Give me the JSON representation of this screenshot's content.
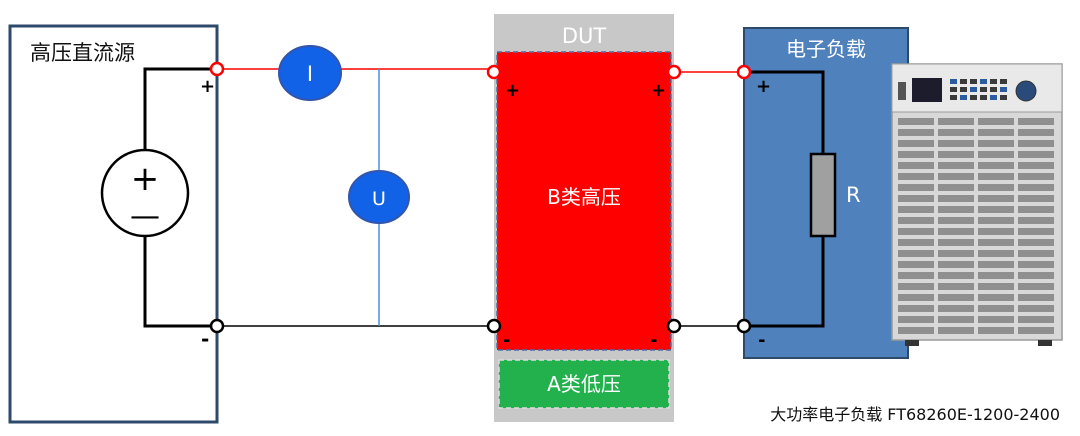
{
  "source": {
    "title": "高压直流源",
    "plus": "+",
    "minus": "-",
    "symbol_plus": "+",
    "symbol_minus": "—"
  },
  "meters": {
    "current": "I",
    "voltage": "U"
  },
  "dut": {
    "title": "DUT",
    "high_voltage_label": "B类高压",
    "low_voltage_label": "A类低压",
    "left_plus": "+",
    "right_plus": "+",
    "left_minus": "-",
    "right_minus": "-"
  },
  "load": {
    "title": "电子负载",
    "resistor_label": "R",
    "plus": "+",
    "minus": "-"
  },
  "caption": "大功率电子负载 FT68260E-1200-2400",
  "colors": {
    "wire_positive": "#ff0000",
    "wire_negative": "#000000",
    "meter_fill": "#1262e8",
    "dut_high": "#ff0000",
    "dut_low": "#22b14c",
    "load_fill": "#4f81bd",
    "source_border": "#2e4a6b"
  }
}
